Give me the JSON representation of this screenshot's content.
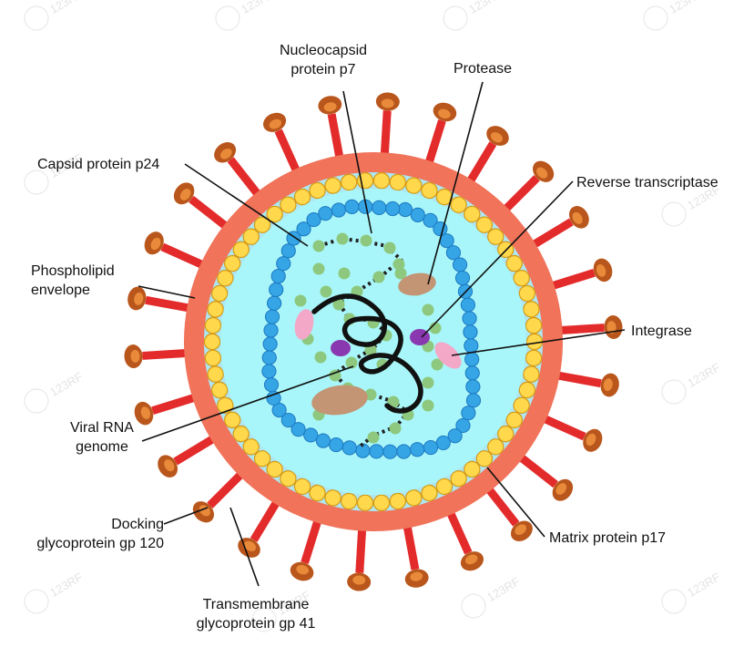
{
  "colors": {
    "envelope": "#f0735a",
    "spike_stem": "#e32b2b",
    "spike_cap": "#b9561c",
    "matrix_layer": "#aee6f2",
    "matrix_bead": "#ffd84c",
    "capsid_bead": "#35a5e6",
    "interior": "#a8f6f9",
    "nucleocapsid": "#8dc87e",
    "rna": "#111111",
    "protease": "#c39574",
    "integrase": "#f4a8c8",
    "reverse_transcriptase": "#8a38b0"
  },
  "watermark": "123RF",
  "labels": {
    "nucleocapsid": [
      "Nucleocapsid",
      "protein p7"
    ],
    "protease": [
      "Protease"
    ],
    "capsid": [
      "Capsid protein p24"
    ],
    "reverse_transcriptase": [
      "Reverse transcriptase"
    ],
    "phospholipid": [
      "Phospholipid",
      "envelope"
    ],
    "integrase": [
      "Integrase"
    ],
    "viral_rna": [
      "Viral RNA",
      "genome"
    ],
    "docking": [
      "Docking",
      "glycoprotein gp 120"
    ],
    "matrix": [
      "Matrix protein p17"
    ],
    "transmembrane": [
      "Transmembrane",
      "glycoprotein gp 41"
    ]
  }
}
